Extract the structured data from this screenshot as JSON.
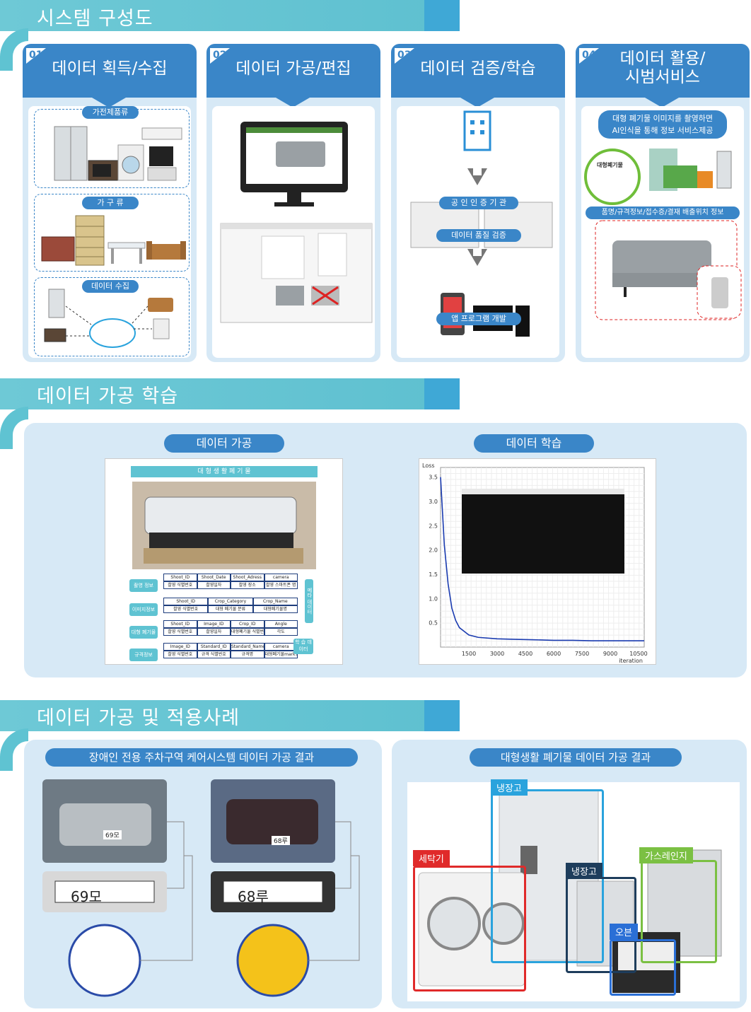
{
  "sections": {
    "s1": "시스템 구성도",
    "s2": "데이터 가공 학습",
    "s3": "데이터 가공 및 적용사례"
  },
  "cards": [
    {
      "num": "01",
      "title": "데이터 획득/수집"
    },
    {
      "num": "02",
      "title": "데이터 가공/편집"
    },
    {
      "num": "03",
      "title": "데이터 검증/학습"
    },
    {
      "num": "04",
      "title_l1": "데이터 활용/",
      "title_l2": "시범서비스"
    }
  ],
  "card1": {
    "appliance": "가전제품류",
    "furniture": "가 구 류",
    "collect": "데이터 수집"
  },
  "card3": {
    "cert": "공 인 인 증 기 관",
    "quality": "데이터 품질 검증",
    "app": "앱 프로그램 개발"
  },
  "card4": {
    "desc_l1": "대형 폐기물 이미지를 촬영하면",
    "desc_l2": "AI인식을 통해 정보 서비스제공",
    "info": "품명/규격정보/접수증/결재 배출위치 정보",
    "tag_title": "대형폐기물"
  },
  "learning": {
    "left_pill": "데이터 가공",
    "right_pill": "데이터 학습",
    "doc_title": "대 형 생 활  폐 기 물",
    "groups": [
      {
        "label": "촬영 정보",
        "h": [
          "Shoot_ID",
          "Shoot_Date",
          "Shoot_Adress",
          "camera"
        ],
        "r": [
          "촬영 식별번호",
          "촬영일자",
          "촬영 장소",
          "촬영 스마트폰 명"
        ]
      },
      {
        "label": "이미지정보",
        "h": [
          "Shoot_ID",
          "Crop_Category",
          "Crop_Name"
        ],
        "r": [
          "촬영 식별번호",
          "대형 폐기물 분류",
          "대형폐기물명"
        ]
      },
      {
        "label": "대형 폐기물",
        "h": [
          "Shoot_ID",
          "Image_ID",
          "Crop_ID",
          "Angle"
        ],
        "r": [
          "촬영 식별번호",
          "촬영일자",
          "대형폐기물 식별번호",
          "각도"
        ]
      },
      {
        "label": "규격정보",
        "h": [
          "Image_ID",
          "Standard_ID",
          "Standard_Name",
          "camera"
        ],
        "r": [
          "촬영 식별번호",
          "규격 식별번호",
          "규격명",
          "대형폐기물mark명"
        ]
      }
    ],
    "side1": "메타 데이터",
    "side2": "학 습 데이터"
  },
  "chart_data": {
    "type": "line",
    "ylabel": "Loss",
    "xlabel": "iteration",
    "yticks": [
      "3.5",
      "3.0",
      "2.5",
      "2.0",
      "1.5",
      "1.0",
      "0.5"
    ],
    "xticks": [
      "1500",
      "3000",
      "4500",
      "6000",
      "7500",
      "9000",
      "10500"
    ],
    "ylim": [
      0,
      3.7
    ],
    "xlim": [
      0,
      10800
    ],
    "x": [
      0,
      100,
      200,
      400,
      600,
      800,
      1000,
      1500,
      2000,
      3000,
      4000,
      5000,
      6000,
      7000,
      8000,
      9000,
      10000,
      10800
    ],
    "y": [
      3.5,
      2.8,
      2.1,
      1.3,
      0.8,
      0.55,
      0.4,
      0.25,
      0.2,
      0.17,
      0.16,
      0.15,
      0.14,
      0.14,
      0.13,
      0.13,
      0.13,
      0.13
    ]
  },
  "cases": {
    "left_pill": "장애인 전용 주차구역 케어시스템 데이터 가공 결과",
    "right_pill": "대형생활 폐기물 데이터 가공 결과",
    "plate1": "69모",
    "plate2": "68루",
    "car_plate1": "69모",
    "car_plate2": "68루",
    "labels": [
      {
        "text": "냉장고",
        "color": "#2aa3dd"
      },
      {
        "text": "세탁기",
        "color": "#e02a2a"
      },
      {
        "text": "냉장고",
        "color": "#1e3d5c"
      },
      {
        "text": "가스레인지",
        "color": "#7bc043"
      },
      {
        "text": "오븐",
        "color": "#2a6fd6"
      }
    ]
  }
}
